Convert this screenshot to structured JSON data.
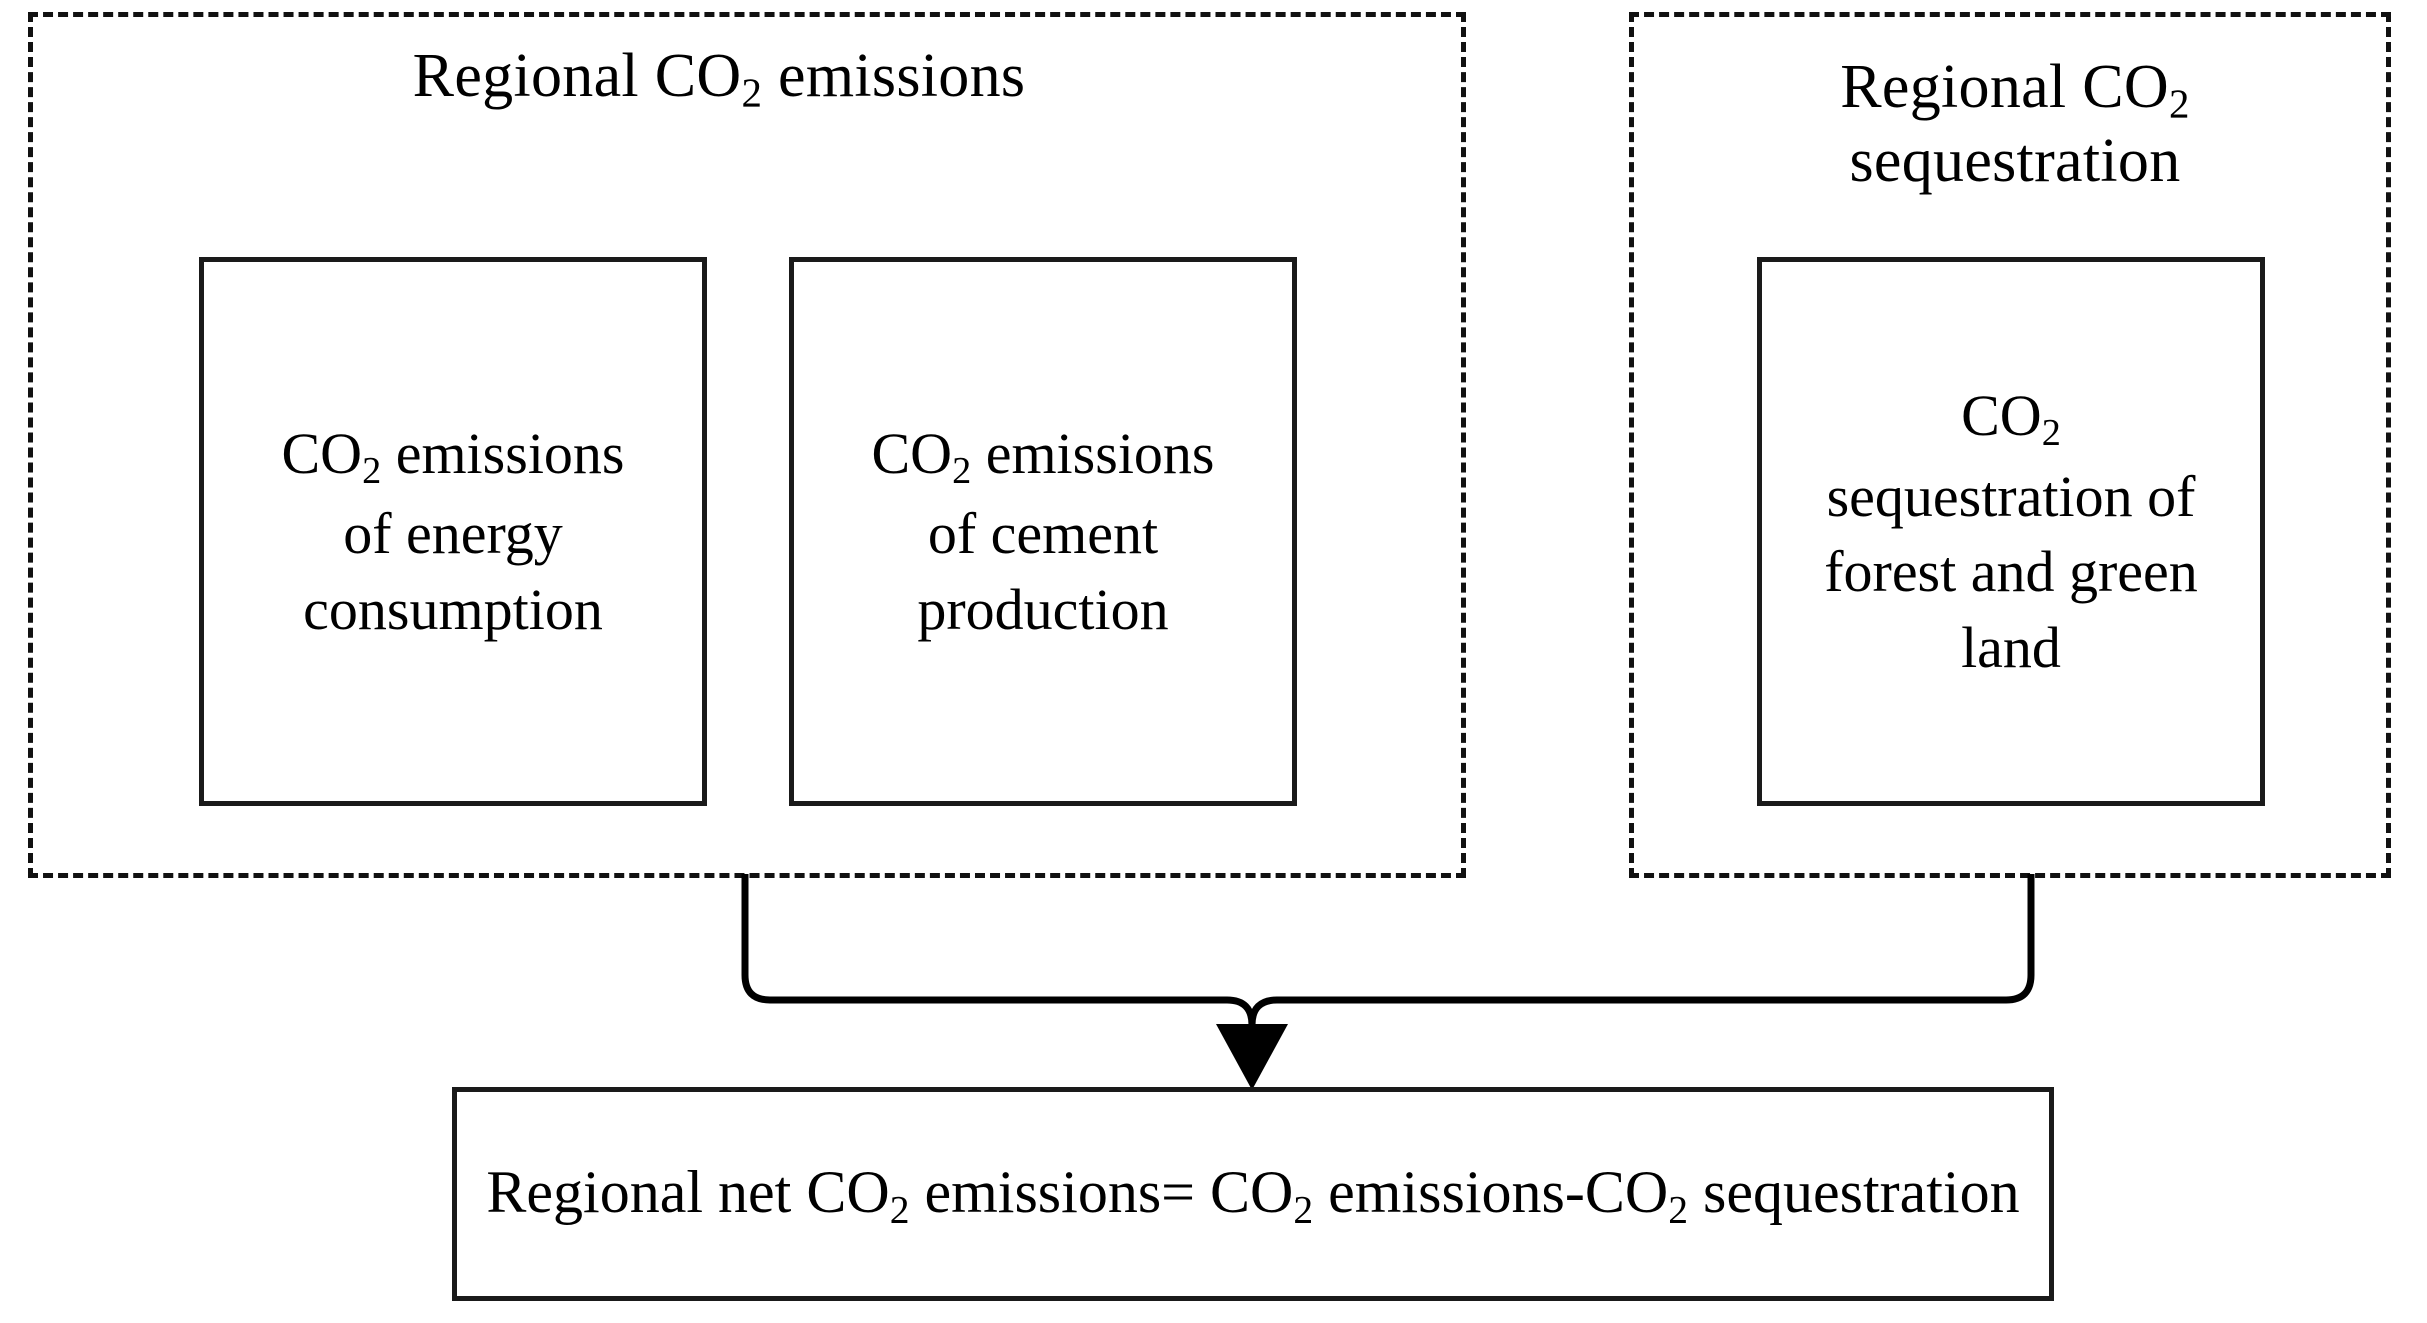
{
  "diagram": {
    "title_emissions": "Regional CO₂ emissions",
    "title_sequestration": "Regional CO₂\nsequestration",
    "boxes": {
      "energy": "CO₂ emissions\nof energy\nconsumption",
      "cement": "CO₂ emissions\nof cement\nproduction",
      "forest": "CO₂\nsequestration of\nforest and green\nland",
      "net": "Regional net CO₂ emissions= CO₂ emissions-CO₂ sequestration"
    },
    "connector": {
      "arrow_label": "down-arrow-icon",
      "line_color": "#000000"
    },
    "colors": {
      "stroke": "#1a1a1a",
      "dashed_stroke": "#111111",
      "background": "#ffffff",
      "text": "#000000"
    }
  }
}
